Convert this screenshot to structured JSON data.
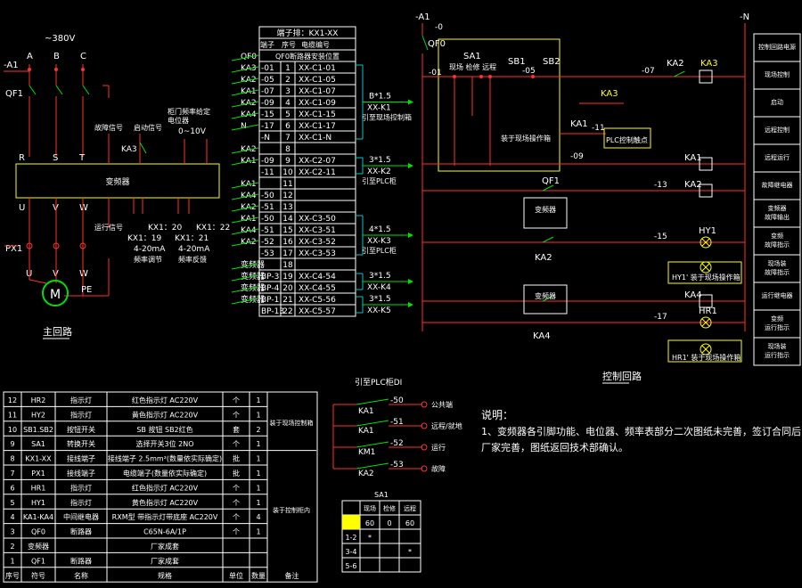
{
  "colors": {
    "bg": "#000000",
    "wire": "#ff3030",
    "fg": "#ffffff",
    "box": "#ffffff",
    "hi": "#ffff00",
    "acc": "#00e000",
    "cy": "#00c8c8"
  },
  "main": {
    "supply": "~380V",
    "a1": "-A1",
    "phases": [
      "A",
      "B",
      "C"
    ],
    "qf1": "QF1",
    "vfd": "变频器",
    "rst": [
      "R",
      "S",
      "T"
    ],
    "uvw_top": [
      "U",
      "V",
      "W"
    ],
    "px1": "PX1",
    "uvw_bot": [
      "U",
      "V",
      "W"
    ],
    "pe": "PE",
    "motor": "M",
    "title": "主回路",
    "fault_sig": "故障信号",
    "start_sig": "启动信号",
    "run_sig": "运行信号",
    "pot_head": "柜门频率给定\n电位器",
    "pot_range": "0~10V",
    "ka3": "KA3",
    "kx1_19": "KX1：19",
    "kx1_20": "KX1：20",
    "kx1_21": "KX1：21",
    "kx1_22": "KX1：22",
    "ma1": "4-20mA",
    "ma2": "4-20mA",
    "freq_set": "频率调节",
    "freq_fb": "频率反馈"
  },
  "terminal": {
    "title": "端子排：KX1-XX",
    "headers": [
      "端子",
      "序号",
      "电缆编号"
    ],
    "sub": "QF0断路器安装位置",
    "left_labels": [
      "QF0",
      "KA3",
      "KA2",
      "KA1",
      "KA2",
      "KA4",
      "N",
      "KA2",
      "KA1",
      "KA1",
      "KA4",
      "KA2",
      "KA1",
      "KA4",
      "KA2",
      "变频器",
      "变频器",
      "变频器",
      "变频器"
    ],
    "rows": [
      [
        "-01",
        "1",
        "XX-C1-01"
      ],
      [
        "-05",
        "2",
        "XX-C1-05"
      ],
      [
        "-07",
        "3",
        "XX-C1-07"
      ],
      [
        "-09",
        "4",
        "XX-C1-09"
      ],
      [
        "-15",
        "5",
        "XX-C1-15"
      ],
      [
        "-17",
        "6",
        "XX-C1-17"
      ],
      [
        "-N",
        "7",
        "XX-C1-N"
      ],
      [
        "",
        "8",
        ""
      ],
      [
        "-09",
        "9",
        "XX-C2-07"
      ],
      [
        "-11",
        "10",
        "XX-C2-11"
      ],
      [
        "",
        "11",
        ""
      ],
      [
        "-50",
        "12",
        ""
      ],
      [
        "-51",
        "13",
        ""
      ],
      [
        "-50",
        "14",
        "XX-C3-50"
      ],
      [
        "-51",
        "15",
        "XX-C3-51"
      ],
      [
        "-52",
        "16",
        "XX-C3-52"
      ],
      [
        "-53",
        "17",
        "XX-C3-53"
      ],
      [
        "",
        "18",
        ""
      ],
      [
        "BP-3",
        "19",
        "XX-C4-54"
      ],
      [
        "BP-4",
        "20",
        "XX-C4-55"
      ],
      [
        "BP-1",
        "21",
        "XX-C5-56"
      ],
      [
        "BP-13",
        "22",
        "XX-C5-57"
      ]
    ],
    "cables": [
      {
        "spec": "B*1.5",
        "name": "XX-K1",
        "dest": "引至现场控制箱"
      },
      {
        "spec": "3*1.5",
        "name": "XX-K2",
        "dest": "引至PLC柜"
      },
      {
        "spec": "4*1.5",
        "name": "XX-K3",
        "dest": "引至PLC柜"
      },
      {
        "spec": "3*1.5",
        "name": "XX-K4",
        "dest": ""
      },
      {
        "spec": "3*1.5",
        "name": "XX-K5",
        "dest": ""
      }
    ]
  },
  "control": {
    "a1": "-A1",
    "n": "-N",
    "qf0": "QF0",
    "sa1": "SA1",
    "sa_modes": "现场 检修 远程",
    "sb1": "SB1",
    "sb2": "SB2",
    "ka2": "KA2",
    "ka3": "KA3",
    "ka1": "KA1",
    "ka4": "KA4",
    "hy1": "HY1",
    "hr1": "HR1",
    "box_label": "装于现场操作箱",
    "plc_point": "PLC控制触点",
    "qf1": "QF1",
    "vfd": "变频器",
    "hy1p": "HY1'",
    "hr1p": "HR1'",
    "nodes": [
      "-0",
      "-01",
      "-05",
      "-07",
      "-09",
      "-11",
      "-13",
      "-15",
      "-17"
    ],
    "title": "控制回路"
  },
  "legend": [
    "控制回路电源",
    "现场控制",
    "启动",
    "远程控制",
    "远程运行",
    "故障继电器",
    "变频器\n故障输出",
    "变频\n故障指示",
    "现场装\n故障指示",
    "运行继电器",
    "变频\n运行指示",
    "现场装\n运行指示"
  ],
  "bom": {
    "rows": [
      [
        "12",
        "HR2",
        "指示灯",
        "红色指示灯 AC220V",
        "个",
        "1"
      ],
      [
        "11",
        "HY2",
        "指示灯",
        "黄色指示灯 AC220V",
        "个",
        "1"
      ],
      [
        "10",
        "SB1.SB2",
        "按钮开关",
        "SB 按钮 SB2红色",
        "套",
        "2"
      ],
      [
        "9",
        "SA1",
        "转换开关",
        "选择开关3位 2NO",
        "个",
        "1"
      ],
      [
        "8",
        "KX1-XX",
        "接线端子",
        "接线端子 2.5mm²(数量依实际确定)",
        "批",
        "1"
      ],
      [
        "7",
        "PX1",
        "接线端子",
        "电缆端子(数量依实际确定)",
        "批",
        "1"
      ],
      [
        "6",
        "HR1",
        "指示灯",
        "红色指示灯 AC220V",
        "个",
        "1"
      ],
      [
        "5",
        "HY1",
        "指示灯",
        "黄色指示灯 AC220V",
        "个",
        "1"
      ],
      [
        "4",
        "KA1-KA4",
        "中间继电器",
        "RXM型 带指示灯带底座 AC220V",
        "个",
        "4"
      ],
      [
        "3",
        "QF0",
        "断路器",
        "C65N-6A/1P",
        "个",
        "1"
      ],
      [
        "2",
        "变频器",
        "",
        "厂家成套",
        "",
        ""
      ],
      [
        "1",
        "QF1",
        "断路器",
        "厂家成套",
        "",
        ""
      ]
    ],
    "headers": [
      "序号",
      "符号",
      "名称",
      "规格",
      "单位",
      "数量",
      "备注"
    ],
    "remark_top": "装于现场控制箱",
    "remark_bot": "装于控制柜内"
  },
  "plc": {
    "title": "引至PLC柜DI",
    "rows": [
      {
        "relay": "KA1",
        "node": "-50",
        "text": "公共端"
      },
      {
        "relay": "KA1",
        "node": "-51",
        "text": "远程/就地"
      },
      {
        "relay": "KM1",
        "node": "-52",
        "text": "运行"
      },
      {
        "relay": "KA2",
        "node": "-53",
        "text": "故障"
      }
    ]
  },
  "notes": {
    "title": "说明：",
    "text": "1、变频器各引脚功能、电位器、频率表部分二次图纸未完善，签订合同后，由厂家完善，图纸返回技术部确认。"
  },
  "sa_table": {
    "title": "SA1",
    "cols": [
      "",
      "现场",
      "检修",
      "远程"
    ],
    "rows": [
      [
        "",
        "60",
        "0",
        "60"
      ],
      [
        "1-2",
        "*",
        "",
        ""
      ],
      [
        "3-4",
        "",
        "",
        "*"
      ],
      [
        "5-6",
        "",
        "",
        ""
      ]
    ]
  }
}
